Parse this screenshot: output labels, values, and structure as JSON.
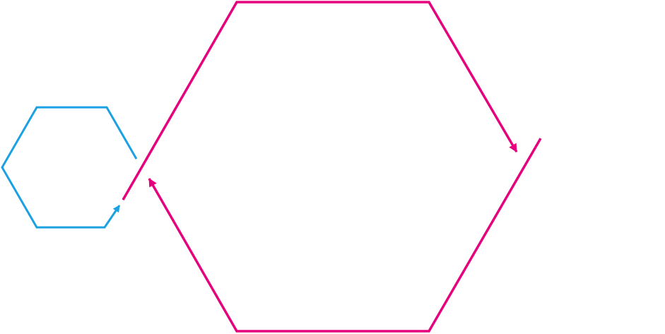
{
  "diagram": {
    "description_text": "",
    "shapes": [
      {
        "id": "small-hexagon",
        "kind": "open-hexagon-arrow",
        "color": "#1ba1e2",
        "arrowheads": 1
      },
      {
        "id": "large-hexagon",
        "kind": "open-hexagon-arrow",
        "color": "#e6007e",
        "arrowheads": 2
      }
    ]
  }
}
